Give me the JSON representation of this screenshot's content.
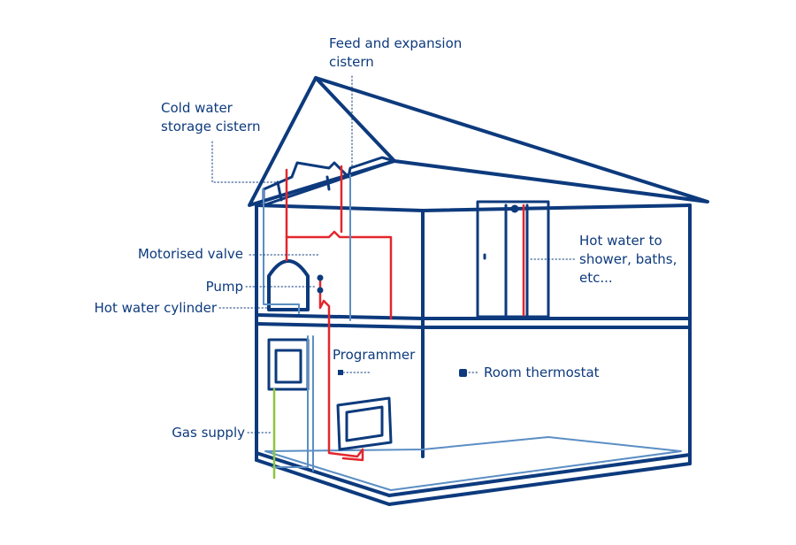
{
  "colors": {
    "structure": "#0d3a7d",
    "hot_water": "#e3262d",
    "cold_water": "#5b8ec4",
    "gas": "#8cc63f",
    "leader": "#0d3a7d",
    "background": "#ffffff"
  },
  "labels": {
    "feed_cistern": {
      "line1": "Feed and expansion",
      "line2": "cistern"
    },
    "cold_cistern": {
      "line1": "Cold water",
      "line2": "storage cistern"
    },
    "motorised_valve": "Motorised valve",
    "pump": "Pump",
    "hot_water_cylinder": "Hot water cylinder",
    "programmer": "Programmer",
    "room_thermostat": "Room thermostat",
    "gas_supply": "Gas supply",
    "hot_water_to": {
      "line1": "Hot water to",
      "line2": "shower, baths,",
      "line3": "etc..."
    }
  }
}
